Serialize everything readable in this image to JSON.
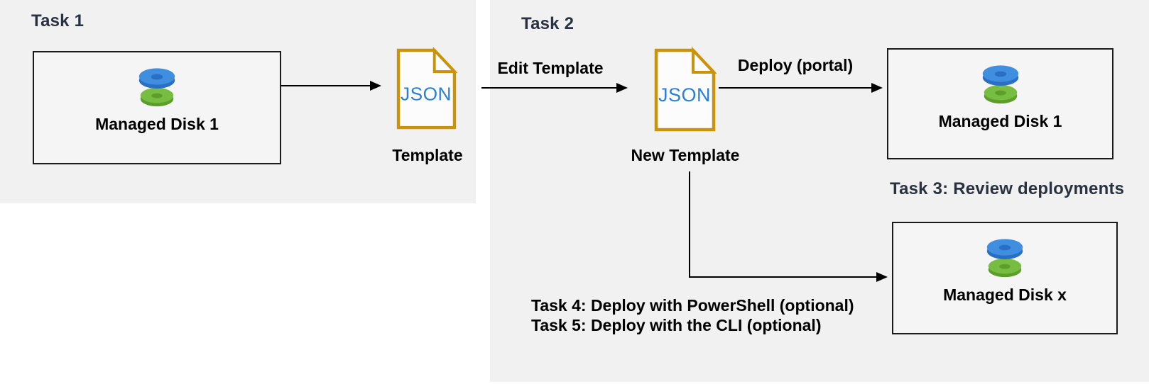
{
  "colors": {
    "panel-bg": "#f1f1f1",
    "box-bg": "#f5f5f5",
    "heading": "#2a3140",
    "label": "#000000",
    "gold": "#c9940b",
    "json-blue": "#2b80d5",
    "disk-blue": "#3f8ee0",
    "disk-blue-dark": "#2a6fc4",
    "disk-green": "#76bd41",
    "disk-green-dark": "#5d9e2b",
    "arrow": "#000000"
  },
  "icons": {
    "managed_disk": "stacked-blue-green-disks",
    "json_file": "json-document-dog-ear"
  },
  "task1": {
    "heading": "Task 1",
    "disk_box": {
      "label": "Managed Disk 1"
    },
    "template": {
      "file_type": "JSON",
      "label": "Template"
    }
  },
  "task2": {
    "heading": "Task 2",
    "edit_arrow_label": "Edit Template",
    "new_template": {
      "file_type": "JSON",
      "label": "New Template"
    },
    "deploy_arrow_label": "Deploy (portal)",
    "disk_box": {
      "label": "Managed Disk 1"
    }
  },
  "task3": {
    "heading": "Task 3: Review deployments",
    "disk_box": {
      "label": "Managed Disk x"
    }
  },
  "task45": {
    "line1": "Task 4: Deploy with PowerShell (optional)",
    "line2": "Task 5: Deploy with the CLI (optional)"
  }
}
